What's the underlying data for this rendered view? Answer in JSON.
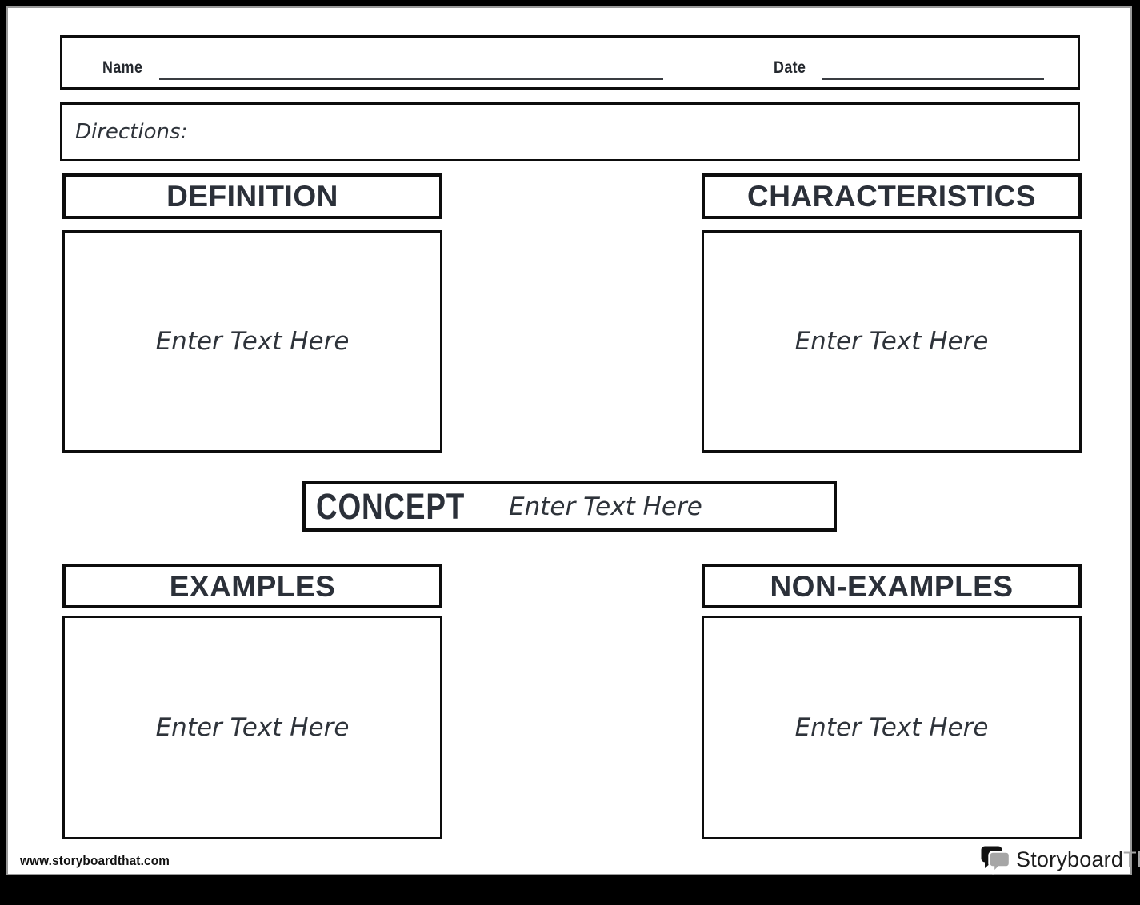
{
  "header": {
    "name_label": "Name",
    "date_label": "Date"
  },
  "directions": {
    "label": "Directions:"
  },
  "sections": {
    "definition": {
      "title": "DEFINITION",
      "placeholder": "Enter Text Here"
    },
    "characteristics": {
      "title": "CHARACTERISTICS",
      "placeholder": "Enter Text Here"
    },
    "concept": {
      "title": "CONCEPT",
      "placeholder": "Enter Text Here"
    },
    "examples": {
      "title": "EXAMPLES",
      "placeholder": "Enter Text Here"
    },
    "non_examples": {
      "title": "NON-EXAMPLES",
      "placeholder": "Enter Text Here"
    }
  },
  "footer": {
    "website_url": "www.storyboardthat.com",
    "logo": {
      "primary": "Storyboard",
      "secondary": "That"
    }
  },
  "colors": {
    "ink": "#2b3039",
    "border_black": "#0d0d0d",
    "logo_gray": "#a6a6a6",
    "page_background": "#ffffff",
    "frame_background": "#000000"
  }
}
